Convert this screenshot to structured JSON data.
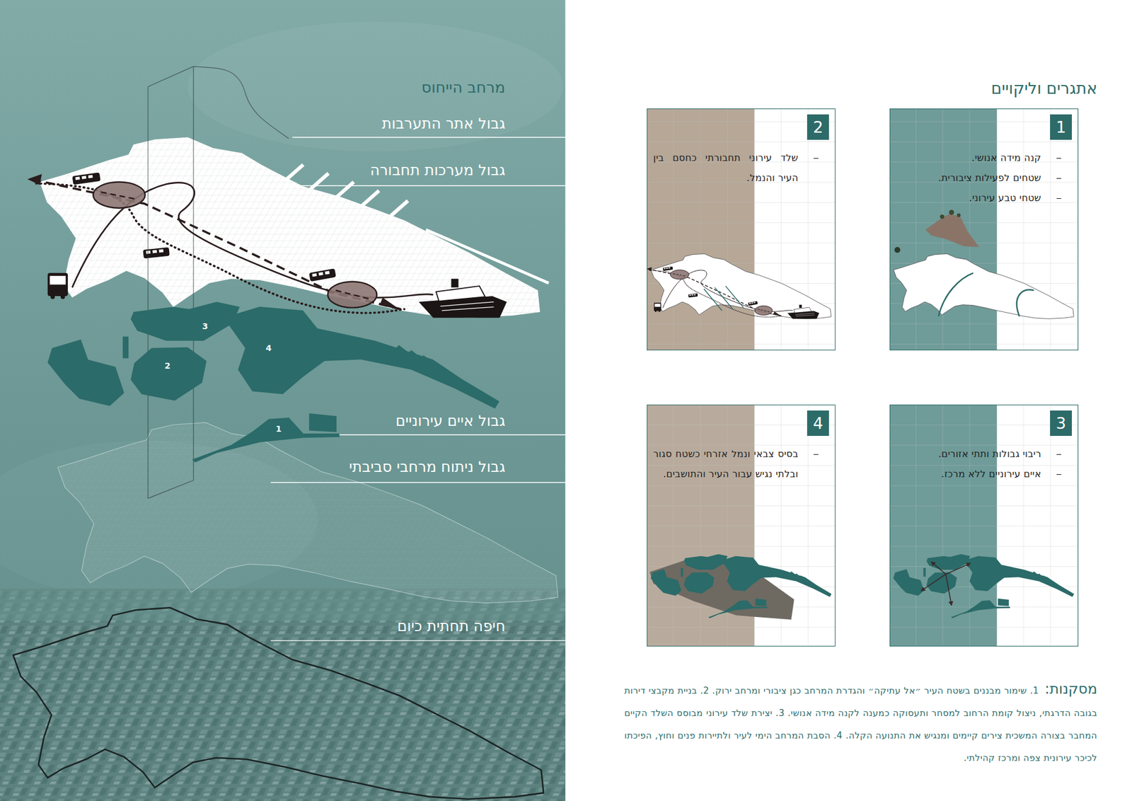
{
  "diagram": {
    "title": "אתגרים וליקויים",
    "nodes": [
      {
        "text": [
          "קנה מידה אנושי.",
          "שטחים לפעילות ציבורית.",
          "שטחי טבע עירוני."
        ]
      },
      {
        "text": [
          "1"
        ],
        "in": 0
      },
      {
        "text": [
          "שלד עירוני תחבורתי כחסם בין העיר והנמל."
        ]
      },
      {
        "text": [
          "2"
        ],
        "in": 2
      },
      {
        "text": [
          "ריבוי גבולות ותתי אזורים.",
          "איים עירוניים ללא מרכז."
        ]
      },
      {
        "text": [
          "3"
        ],
        "in": 4
      },
      {
        "text": [
          "בסיס צבאי ונמל אזרחי כשטח סגור ובלתי נגיש עבור העיר והתושבים."
        ]
      },
      {
        "text": [
          "4"
        ],
        "in": 6
      },
      {
        "text": [
          "3"
        ]
      },
      {
        "text": [
          "4"
        ]
      },
      {
        "text": [
          "2"
        ]
      },
      {
        "text": [
          "1"
        ]
      }
    ],
    "labels": [
      "מרחב הייחוס",
      "גבול אתר התערבות",
      "גבול מערכות תחבורה",
      "גבול איים עירוניים",
      "גבול ניתוח מרחבי סביבתי",
      "חיפה תחתית כיום",
      "מסקנות:",
      "1. שימור מבננים בשטח העיר ״אל עתיקה״ והגדרת המרחב כגן ציבורי ומרחב ירוק. 2. בניית מקבצי דירות בגובה הדרגתי, ניצול קומת הרחוב למסחר ותעסוקה כמענה לקנה מידה אנושי. 3. יצירת שלד עירוני מבוסס השלד הקיים המחבר בצורה המשכית צירים קיימים ומנגיש את התנועה הקלה. 4. הסבת המרחב הימי לעיר ולתיירות פנים וחוץ, הפיכתו לכיכר עירונית צפה ומרכז קהילתי."
    ]
  }
}
